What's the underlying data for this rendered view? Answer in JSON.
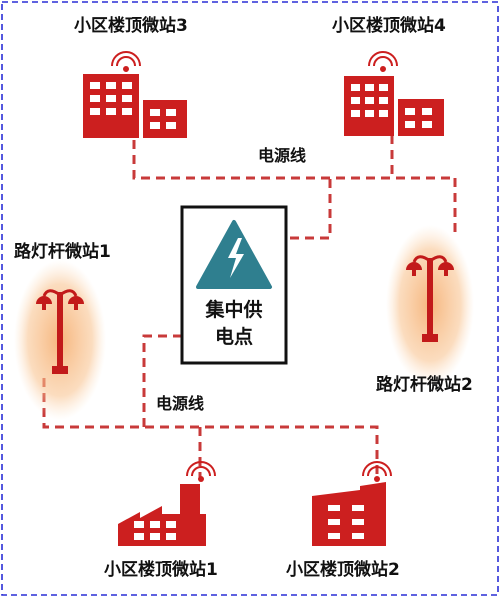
{
  "colors": {
    "frame": "#2a2fd6",
    "wire": "#c83a3a",
    "building": "#cc1f1f",
    "lamp": "#c21a1a",
    "lamp_glow": "#f6b277",
    "hub_border": "#111111",
    "hub_triangle": "#2f7f8f"
  },
  "nodes": {
    "rooftop_3": {
      "label": "小区楼顶微站3",
      "icon": "building-icon"
    },
    "rooftop_4": {
      "label": "小区楼顶微站4",
      "icon": "building-icon"
    },
    "rooftop_1": {
      "label": "小区楼顶微站1",
      "icon": "building-icon"
    },
    "rooftop_2": {
      "label": "小区楼顶微站2",
      "icon": "building-icon"
    },
    "streetlight_1": {
      "label": "路灯杆微站1",
      "icon": "streetlight-icon"
    },
    "streetlight_2": {
      "label": "路灯杆微站2",
      "icon": "streetlight-icon"
    }
  },
  "hub": {
    "line1": "集中供",
    "line2": "电点",
    "icon": "high-voltage-icon"
  },
  "wire_labels": {
    "top": "电源线",
    "bottom": "电源线"
  }
}
